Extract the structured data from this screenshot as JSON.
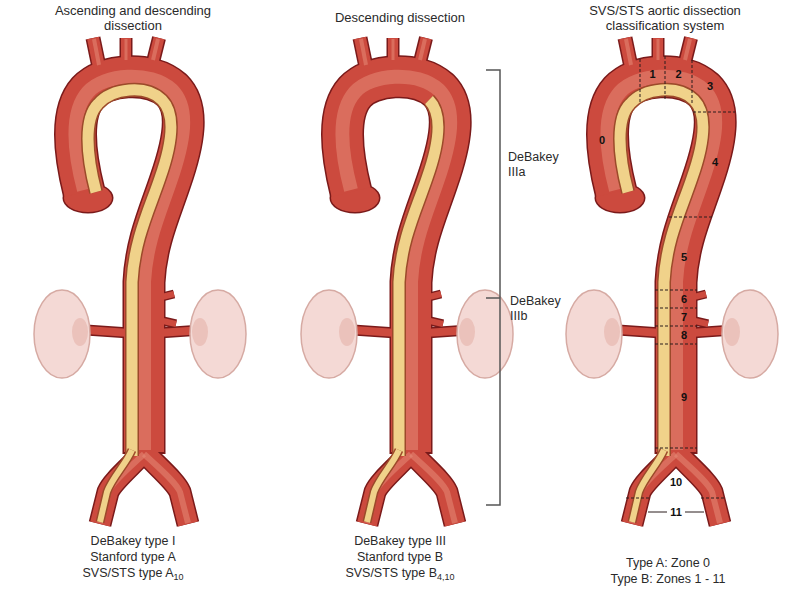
{
  "diagram": {
    "labels": [
      "Ascending and descending dissection",
      "Descending dissection",
      "SVS/STS aortic dissection classification system",
      "DeBakey IIIa",
      "DeBakey IIIb",
      "DeBakey type I",
      "Stanford type A",
      "SVS/STS type A",
      "10",
      "DeBakey type III",
      "Stanford type B",
      "SVS/STS type B",
      "4,10",
      "0",
      "1",
      "2",
      "3",
      "4",
      "5",
      "6",
      "7",
      "8",
      "9",
      "10",
      "11",
      "Type A: Zone 0",
      "Type B: Zones 1 - 11"
    ]
  }
}
